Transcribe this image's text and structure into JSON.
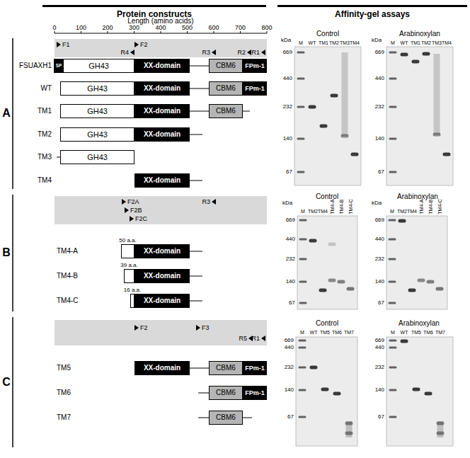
{
  "diagram": {
    "nodes": [
      {
        "text": [
          "SP"
        ]
      },
      {
        "text": [
          "GH43"
        ]
      },
      {
        "text": [
          "XX-domain"
        ]
      },
      {
        "text": [
          "CBM6"
        ]
      },
      {
        "text": [
          "FPm-1"
        ]
      },
      {
        "text": [
          "GH43"
        ]
      },
      {
        "text": [
          "XX-domain"
        ]
      },
      {
        "text": [
          "CBM6"
        ]
      },
      {
        "text": [
          "FPm-1"
        ]
      },
      {
        "text": [
          "GH43"
        ]
      },
      {
        "text": [
          "XX-domain"
        ]
      },
      {
        "text": [
          "CBM6"
        ]
      },
      {
        "text": [
          "GH43"
        ]
      },
      {
        "text": [
          "XX-domain"
        ]
      },
      {
        "text": [
          "GH43"
        ]
      },
      {
        "text": [
          "XX-domain"
        ]
      },
      {
        "text": [
          "50 a.a."
        ]
      },
      {
        "text": [
          "XX-domain"
        ]
      },
      {
        "text": [
          "39 a.a."
        ]
      },
      {
        "text": [
          "XX-domain"
        ]
      },
      {
        "text": [
          "16 a.a."
        ]
      },
      {
        "text": [
          "XX-domain"
        ]
      },
      {
        "text": [
          "XX-domain"
        ]
      },
      {
        "text": [
          "CBM6"
        ]
      },
      {
        "text": [
          "FPm-1"
        ]
      },
      {
        "text": [
          "CBM6"
        ]
      },
      {
        "text": [
          "FPm-1"
        ]
      },
      {
        "text": [
          "CBM6"
        ]
      }
    ],
    "labels": [
      "Protein constructs",
      "Affinity-gel assays",
      "Length (amino acids)",
      "0",
      "100",
      "200",
      "300",
      "400",
      "500",
      "600",
      "700",
      "800",
      "A",
      "F1",
      "F2",
      "R4",
      "R3",
      "R2",
      "R1",
      "FSUAXH1",
      "WT",
      "TM1",
      "TM2",
      "TM3",
      "TM4",
      "B",
      "F2A",
      "R3",
      "F2B",
      "F2C",
      "TM4-A",
      "TM4-B",
      "TM4-C",
      "C",
      "F2",
      "F3",
      "R5",
      "R1",
      "TM5",
      "TM6",
      "TM7",
      "Control",
      "kDa",
      "M",
      "WT",
      "TM1",
      "TM2",
      "TM3",
      "TM4",
      "669",
      "440",
      "232",
      "140",
      "67",
      "Arabinoxylan",
      "kDa",
      "M",
      "WT",
      "TM1",
      "TM2",
      "TM3",
      "TM4",
      "669",
      "440",
      "232",
      "140",
      "67",
      "Control",
      "kDa",
      "M",
      "TM2",
      "TM4",
      "TM4-A",
      "TM4-B",
      "TM4-C",
      "669",
      "440",
      "232",
      "140",
      "67",
      "Arabinoxylan",
      "kDa",
      "M",
      "TM2",
      "TM4",
      "TM4-A",
      "TM4-B",
      "TM4-C",
      "669",
      "440",
      "232",
      "140",
      "67",
      "Control",
      "M",
      "WT",
      "TM5",
      "TM6",
      "TM7",
      "669",
      "440",
      "232",
      "140",
      "67",
      "Arabinoxylan",
      "M",
      "WT",
      "TM5",
      "TM6",
      "TM7",
      "669",
      "440",
      "232",
      "140",
      "67"
    ]
  }
}
